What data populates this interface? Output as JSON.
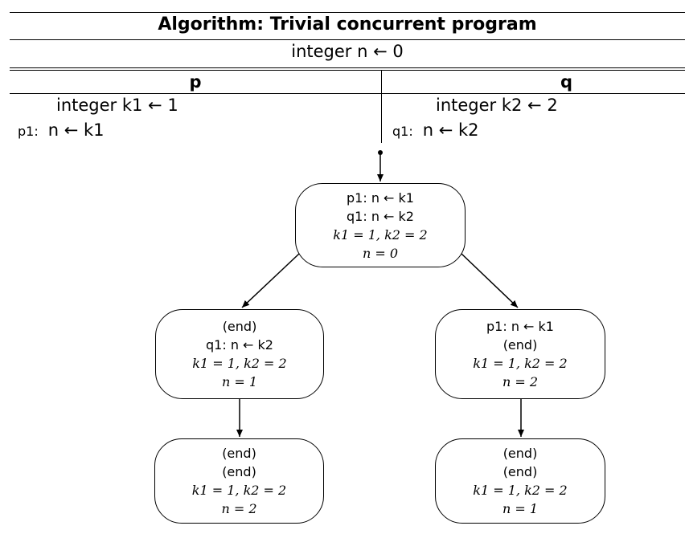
{
  "algorithm": {
    "title": "Algorithm: Trivial concurrent program",
    "global_decl": "integer n ← 0",
    "process_p": {
      "name": "p",
      "decl": "integer k1 ← 1",
      "stmt_label": "p1:",
      "stmt": "n ← k1"
    },
    "process_q": {
      "name": "q",
      "decl": "integer k2 ← 2",
      "stmt_label": "q1:",
      "stmt": "n ← k2"
    }
  },
  "states": {
    "initial": [
      "p1: n ← k1",
      "q1: n ← k2",
      "k1 = 1, k2 = 2",
      "n = 0"
    ],
    "left_mid": [
      "(end)",
      "q1: n ← k2",
      "k1 = 1, k2 = 2",
      "n = 1"
    ],
    "right_mid": [
      "p1: n ← k1",
      "(end)",
      "k1 = 1, k2 = 2",
      "n = 2"
    ],
    "left_final": [
      "(end)",
      "(end)",
      "k1 = 1, k2 = 2",
      "n = 2"
    ],
    "right_final": [
      "(end)",
      "(end)",
      "k1 = 1, k2 = 2",
      "n = 1"
    ]
  }
}
